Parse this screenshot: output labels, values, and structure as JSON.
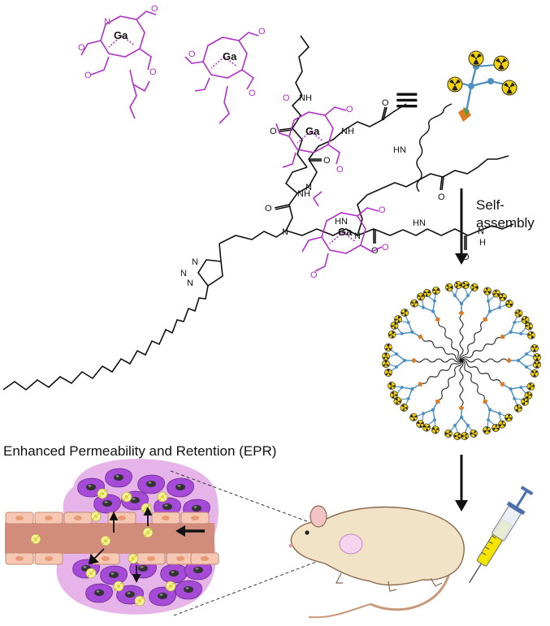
{
  "labels": {
    "equivalence": "≡",
    "self_assembly_line1": "Self-",
    "self_assembly_line2": "assembly",
    "epr_title": "Enhanced Permeability and Retention (EPR)"
  },
  "atoms": {
    "metal": "Ga",
    "nitrogen": "N",
    "oxygen": "O",
    "nh": "NH",
    "hn": "HN",
    "h": "H"
  },
  "colors": {
    "chelator": "#b030c8",
    "backbone": "#111111",
    "radiation_yellow": "#f2d20a",
    "dendron_blue": "#4e8fc0",
    "linker_orange": "#e07a20",
    "linker_green": "#5aa028",
    "tumor_purple": "#a64ad8",
    "tumor_halo": "#e7b4ea",
    "vessel": "#d18c7c",
    "endothelium": "#f6c8b4",
    "mouse_body": "#f2e3c6",
    "syringe_fluid": "#f5e400"
  },
  "icons": {
    "radiation": "radiation-trefoil-icon",
    "arrow": "down-arrow-icon",
    "syringe": "syringe-icon",
    "mouse": "mouse-icon"
  }
}
